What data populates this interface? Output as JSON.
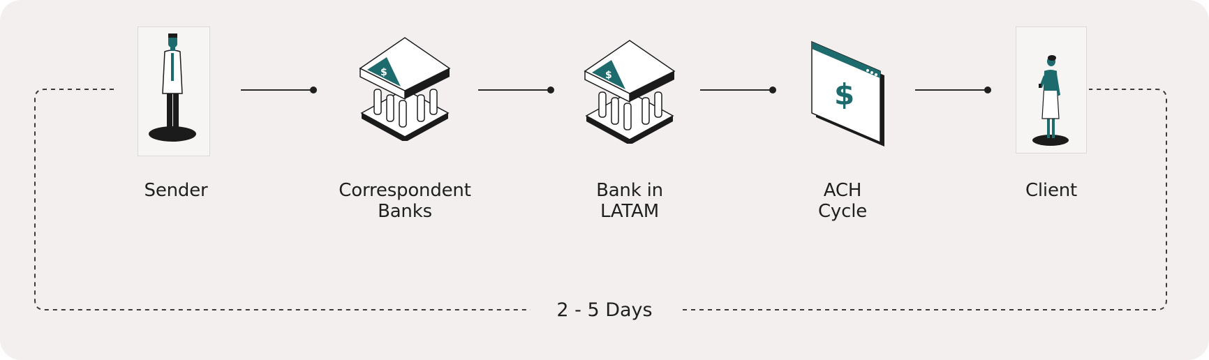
{
  "steps": [
    {
      "id": "sender",
      "line1": "Sender",
      "line2": "",
      "icon": "businessman-icon"
    },
    {
      "id": "correspondent-banks",
      "line1": "Correspondent",
      "line2": "Banks",
      "icon": "bank-icon"
    },
    {
      "id": "bank-latam",
      "line1": "Bank in",
      "line2": "LATAM",
      "icon": "bank-icon"
    },
    {
      "id": "ach-cycle",
      "line1": "ACH",
      "line2": "Cycle",
      "icon": "browser-dollar-icon"
    },
    {
      "id": "client",
      "line1": "Client",
      "line2": "",
      "icon": "businesswoman-icon"
    }
  ],
  "duration": "2 - 5 Days",
  "icons": {
    "dollar_sign": "$"
  },
  "colors": {
    "background": "#f2efee",
    "accent": "#1e6b6e",
    "ink": "#1f1f1f"
  }
}
